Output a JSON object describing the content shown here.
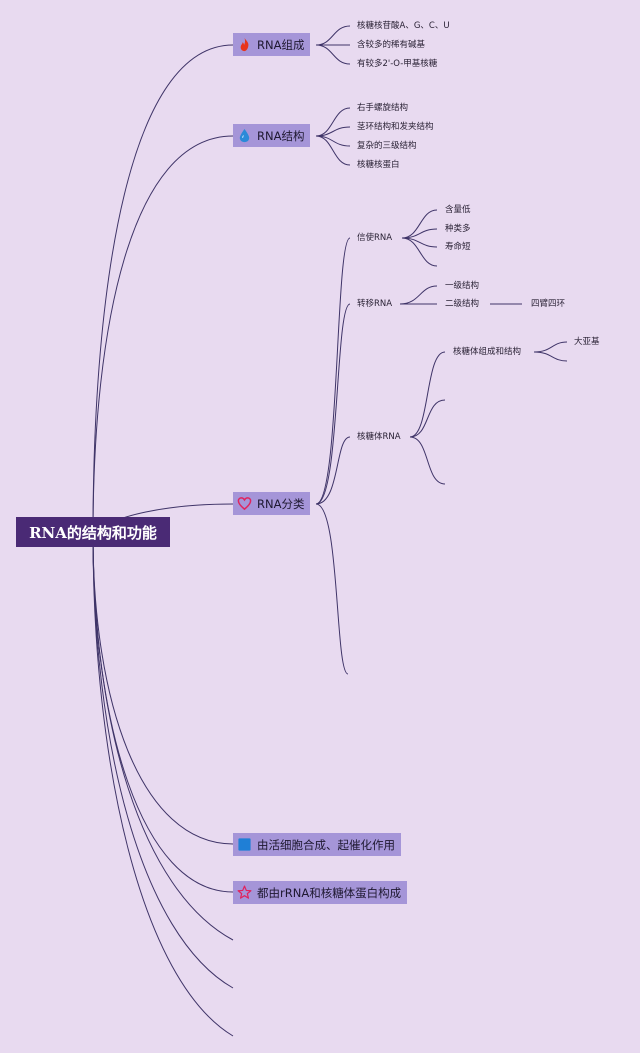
{
  "root": "RNA的结构和功能",
  "branches": {
    "composition": {
      "label": "RNA组成",
      "icon": "flame-icon",
      "items": [
        "核糖核苷酸A、G、C、U",
        "含较多的稀有碱基",
        "有较多2'-O-甲基核糖"
      ]
    },
    "structure": {
      "label": "RNA结构",
      "icon": "water-drop-icon",
      "items": [
        "右手螺旋结构",
        "茎环结构和发夹结构",
        "复杂的三级结构",
        "核糖核蛋白"
      ]
    },
    "classification": {
      "label": "RNA分类",
      "icon": "heart-icon",
      "mrna": {
        "label": "信使RNA",
        "items": [
          "含量低",
          "种类多",
          "寿命短"
        ]
      },
      "trna": {
        "label": "转移RNA",
        "items": [
          "一级结构",
          "二级结构"
        ],
        "secondary_detail": "四臂四环"
      },
      "rrna": {
        "label": "核糖体RNA",
        "ribosome": {
          "label": "核糖体组成和结构",
          "items": [
            "大亚基"
          ]
        }
      }
    },
    "synthesis": {
      "label": "由活细胞合成、起催化作用",
      "icon": "blue-square-icon"
    },
    "ribosome_made": {
      "label": "都由rRNA和核糖体蛋白构成",
      "icon": "star-icon"
    }
  },
  "colors": {
    "background": "#e8daf0",
    "root": "#4a2a75",
    "branch": "#a595d8",
    "line": "#3f3468"
  }
}
